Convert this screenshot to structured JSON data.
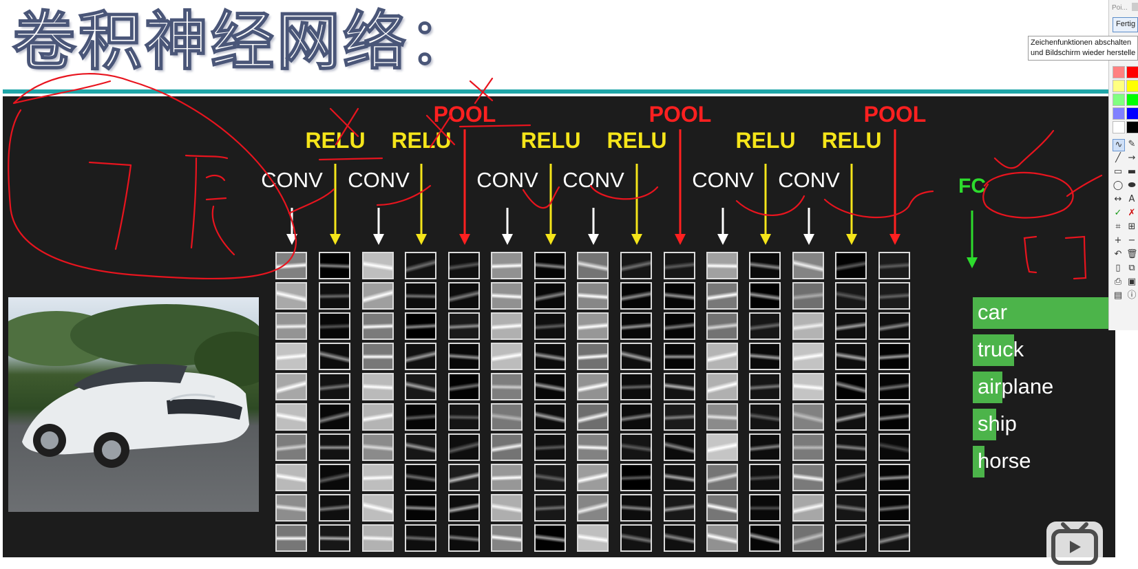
{
  "slide": {
    "title": "卷积神经网络：",
    "layer_labels": [
      {
        "text": "RELU",
        "kind": "relu"
      },
      {
        "text": "RELU",
        "kind": "relu"
      },
      {
        "text": "POOL",
        "kind": "pool"
      },
      {
        "text": "RELU",
        "kind": "relu"
      },
      {
        "text": "RELU",
        "kind": "relu"
      },
      {
        "text": "POOL",
        "kind": "pool"
      },
      {
        "text": "RELU",
        "kind": "relu"
      },
      {
        "text": "RELU",
        "kind": "relu"
      },
      {
        "text": "POOL",
        "kind": "pool"
      },
      {
        "text": "CONV",
        "kind": "conv"
      },
      {
        "text": "CONV",
        "kind": "conv"
      },
      {
        "text": "CONV",
        "kind": "conv"
      },
      {
        "text": "CONV",
        "kind": "conv"
      },
      {
        "text": "CONV",
        "kind": "conv"
      },
      {
        "text": "CONV",
        "kind": "conv"
      },
      {
        "text": "FC",
        "kind": "fc"
      }
    ],
    "classes": [
      {
        "label": "car",
        "score": 1.0
      },
      {
        "label": "truck",
        "score": 0.25
      },
      {
        "label": "airplane",
        "score": 0.18
      },
      {
        "label": "ship",
        "score": 0.14
      },
      {
        "label": "horse",
        "score": 0.07
      }
    ],
    "colors": {
      "conv_arrow": "#ffffff",
      "relu": "#f5e51a",
      "pool": "#ff2020",
      "fc": "#2ddc2d",
      "score_bar": "#4cb44a",
      "accent_line": "#1fa6a8",
      "annotation": "#e8141e"
    }
  },
  "toolbar": {
    "window_title": "Poi...",
    "done_button": "Fertig",
    "tooltip": "Zeichenfunktionen abschalten und Bildschirm wieder herstelle",
    "tooltip_line1": "Zeichenfunktionen abschalten",
    "tooltip_line2": "und Bildschirm wieder herstelle",
    "color_swatches": [
      "#ff8080",
      "#ff0000",
      "#ffff80",
      "#ffff00",
      "#80ff80",
      "#00ff00",
      "#8080ff",
      "#0000ff",
      "#ffffff",
      "#000000"
    ],
    "tools": [
      "freehand-icon",
      "highlighter-icon",
      "line-icon",
      "arrow-line-icon",
      "rectangle-icon",
      "filled-rectangle-icon",
      "ellipse-icon",
      "filled-ellipse-icon",
      "double-arrow-icon",
      "text-icon",
      "checkmark-icon",
      "cross-icon",
      "crop-icon",
      "zoom-icon",
      "plus-icon",
      "minus-icon",
      "undo-icon",
      "trash-icon",
      "new-page-icon",
      "copy-icon",
      "print-icon",
      "save-icon",
      "screenshot-icon",
      "info-icon"
    ]
  },
  "player": {
    "logo": "bilibili-tv-icon"
  }
}
